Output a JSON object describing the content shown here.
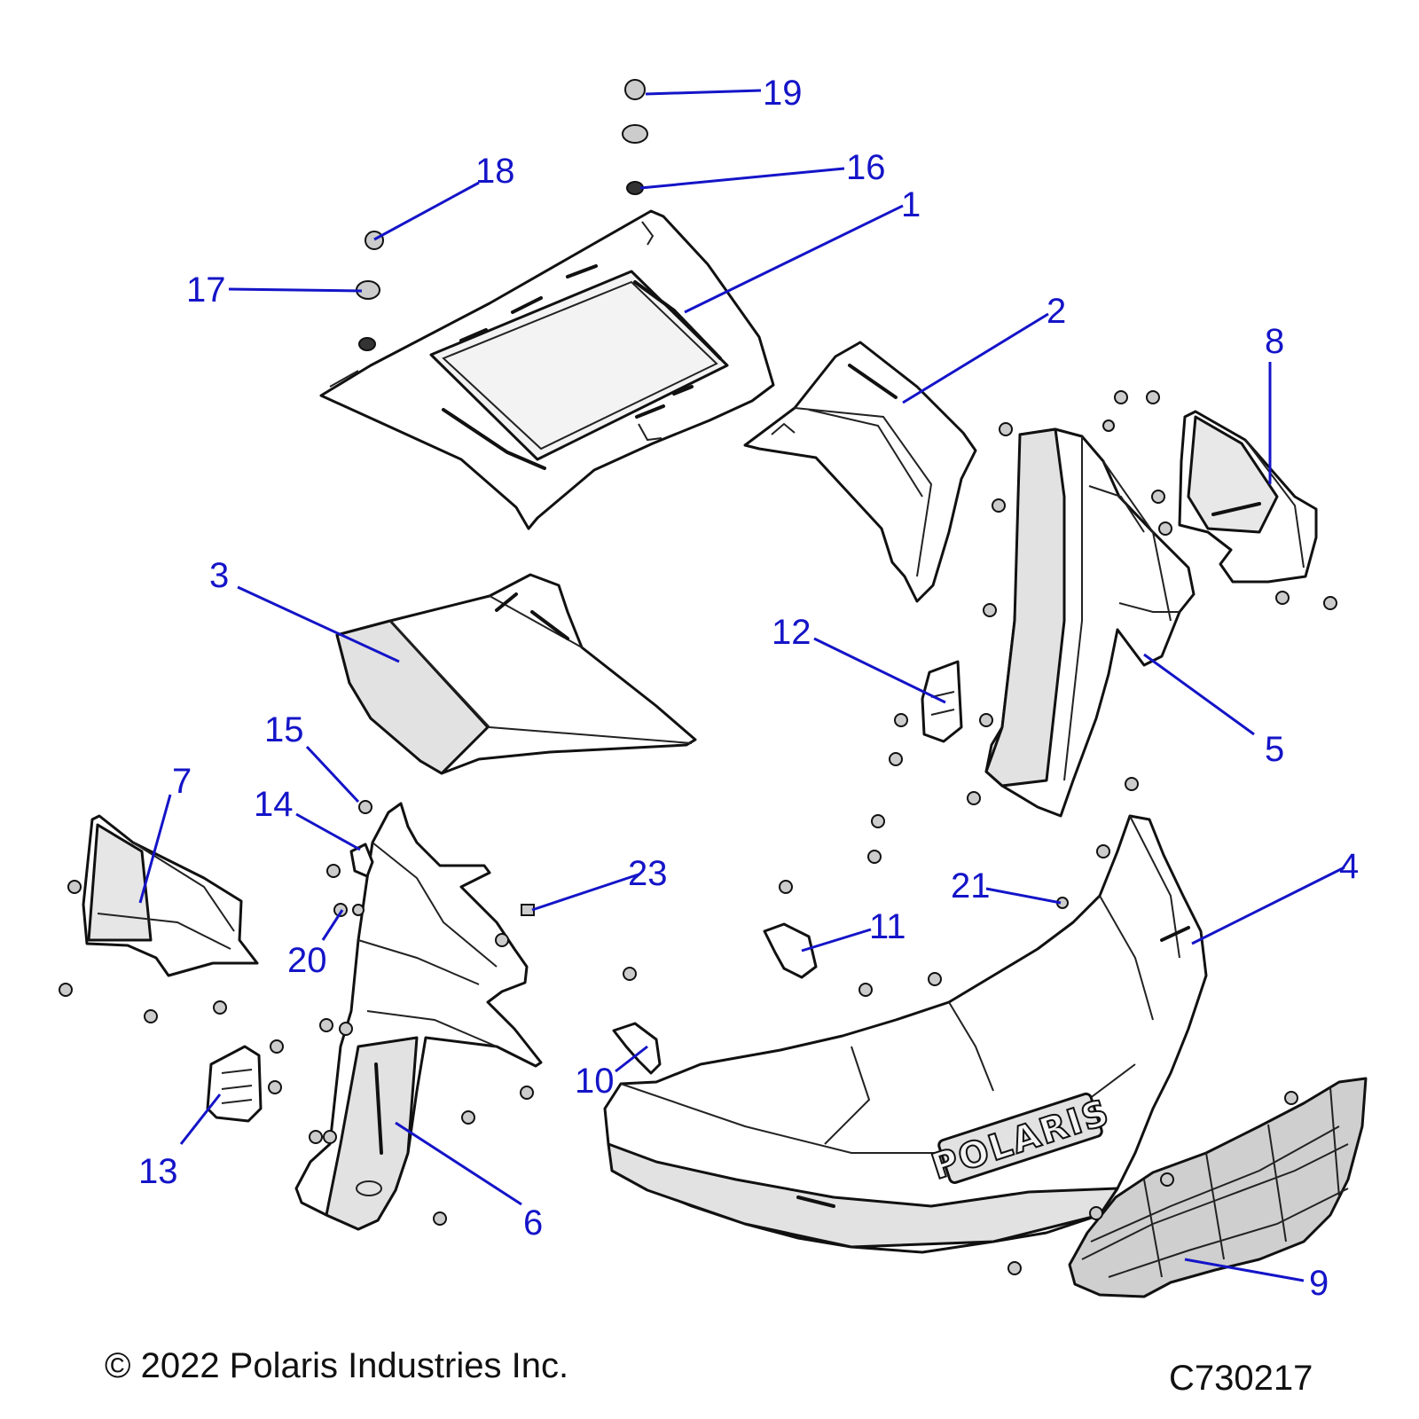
{
  "footer": {
    "copyright": "© 2022 Polaris Industries Inc.",
    "drawing_number": "C730217"
  },
  "bumper_brand": "POLARIS",
  "callouts": [
    {
      "id": "c1",
      "label": "1"
    },
    {
      "id": "c2",
      "label": "2"
    },
    {
      "id": "c3",
      "label": "3"
    },
    {
      "id": "c4",
      "label": "4"
    },
    {
      "id": "c5",
      "label": "5"
    },
    {
      "id": "c6",
      "label": "6"
    },
    {
      "id": "c7",
      "label": "7"
    },
    {
      "id": "c8",
      "label": "8"
    },
    {
      "id": "c9",
      "label": "9"
    },
    {
      "id": "c10",
      "label": "10"
    },
    {
      "id": "c11",
      "label": "11"
    },
    {
      "id": "c12",
      "label": "12"
    },
    {
      "id": "c13",
      "label": "13"
    },
    {
      "id": "c14",
      "label": "14"
    },
    {
      "id": "c15",
      "label": "15"
    },
    {
      "id": "c16",
      "label": "16"
    },
    {
      "id": "c17",
      "label": "17"
    },
    {
      "id": "c18",
      "label": "18"
    },
    {
      "id": "c19",
      "label": "19"
    },
    {
      "id": "c20",
      "label": "20"
    },
    {
      "id": "c21",
      "label": "21"
    },
    {
      "id": "c23",
      "label": "23"
    }
  ],
  "colors": {
    "callout": "#1414c8",
    "outline": "#111111",
    "background": "#ffffff"
  }
}
